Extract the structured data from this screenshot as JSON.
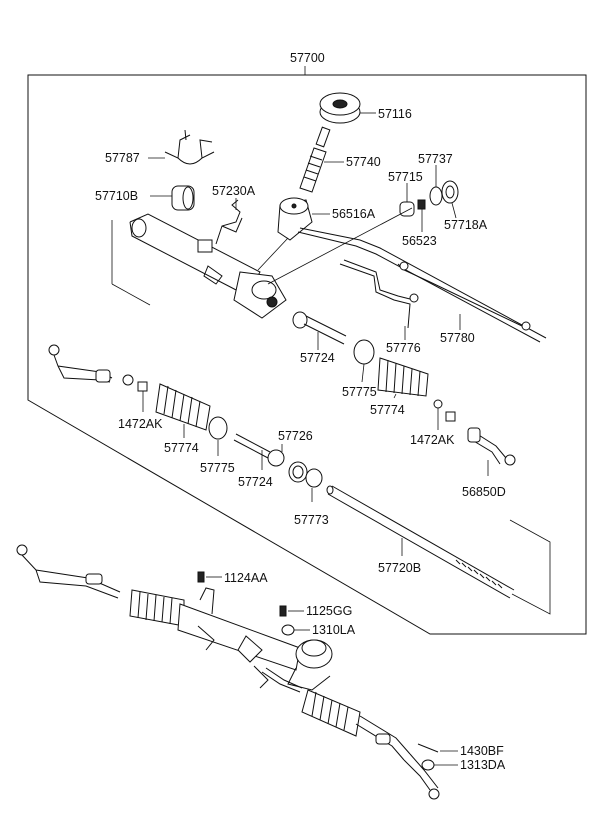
{
  "diagram": {
    "assembly_number": "57700",
    "callouts": {
      "c57116": "57116",
      "c57787": "57787",
      "c57740": "57740",
      "c57737": "57737",
      "c57715": "57715",
      "c57710B": "57710B",
      "c57230A": "57230A",
      "c56516A": "56516A",
      "c56523": "56523",
      "c57718A": "57718A",
      "c57780": "57780",
      "c57776": "57776",
      "c57724a": "57724",
      "c57775a": "57775",
      "c57774a": "57774",
      "c1472AKa": "1472AK",
      "c57774b": "57774",
      "c1472AKb": "1472AK",
      "c57726": "57726",
      "c57775b": "57775",
      "c57724b": "57724",
      "c56850D": "56850D",
      "c57773": "57773",
      "c57720B": "57720B",
      "c1124AA": "1124AA",
      "c1125GG": "1125GG",
      "c1310LA": "1310LA",
      "c1430BF": "1430BF",
      "c1313DA": "1313DA"
    }
  }
}
